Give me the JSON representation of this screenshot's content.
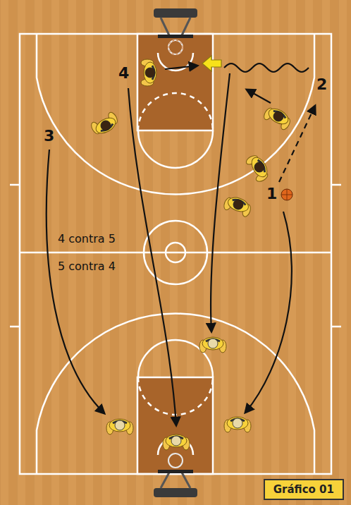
{
  "diagram": {
    "nodes": [
      {
        "text": [
          "Gráfico 01"
        ]
      }
    ],
    "labels": [
      "4",
      "2",
      "3",
      "1",
      "4 contra 5",
      "5 contra 4"
    ]
  }
}
